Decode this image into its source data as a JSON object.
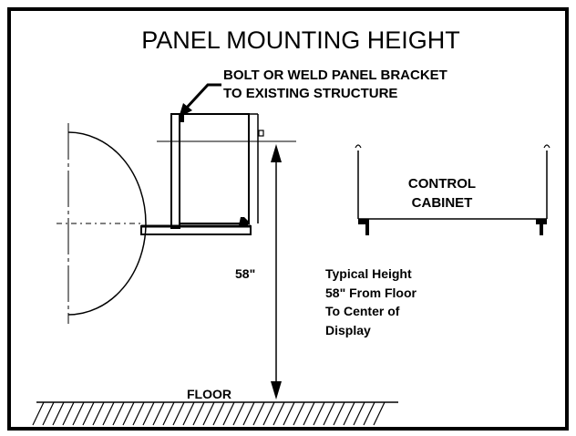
{
  "title": "PANEL MOUNTING HEIGHT",
  "callout": {
    "line1": "BOLT OR WELD PANEL BRACKET",
    "line2": "TO EXISTING STRUCTURE"
  },
  "cabinet": {
    "line1": "CONTROL",
    "line2": "CABINET"
  },
  "dimension_label": "58\"",
  "note": {
    "line1": "Typical Height",
    "line2": "58\" From Floor",
    "line3": "To Center of",
    "line4": "Display"
  },
  "floor_label": "FLOOR"
}
